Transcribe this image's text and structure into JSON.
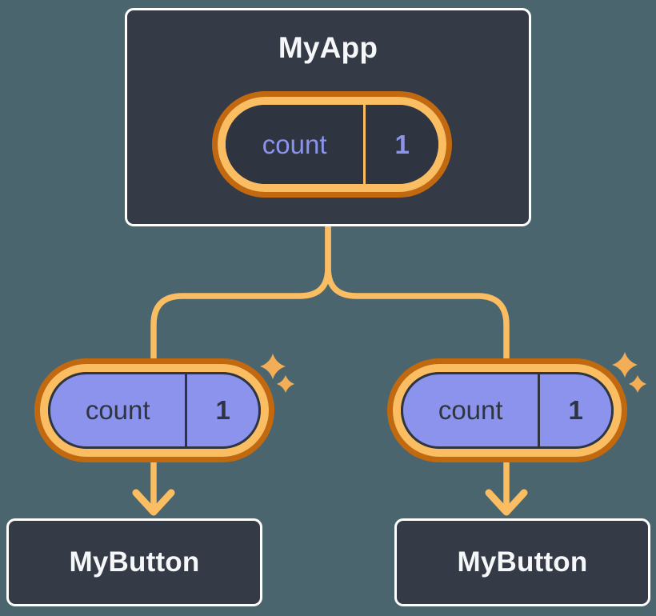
{
  "colors": {
    "bg": "#4b656e",
    "box": "#343b47",
    "boxBorder": "#ffffff",
    "titleText": "#f6f7f9",
    "orangeLight": "#fabd62",
    "orangeDark": "#c2690f",
    "purple": "#8b93ec",
    "ink": "#2f3540",
    "sparkle": "#f3ad56"
  },
  "root_component": {
    "name": "MyApp",
    "state_pill": {
      "label": "count",
      "value": "1"
    }
  },
  "children": [
    {
      "name": "MyButton",
      "prop_pill": {
        "label": "count",
        "value": "1"
      }
    },
    {
      "name": "MyButton",
      "prop_pill": {
        "label": "count",
        "value": "1"
      }
    }
  ]
}
